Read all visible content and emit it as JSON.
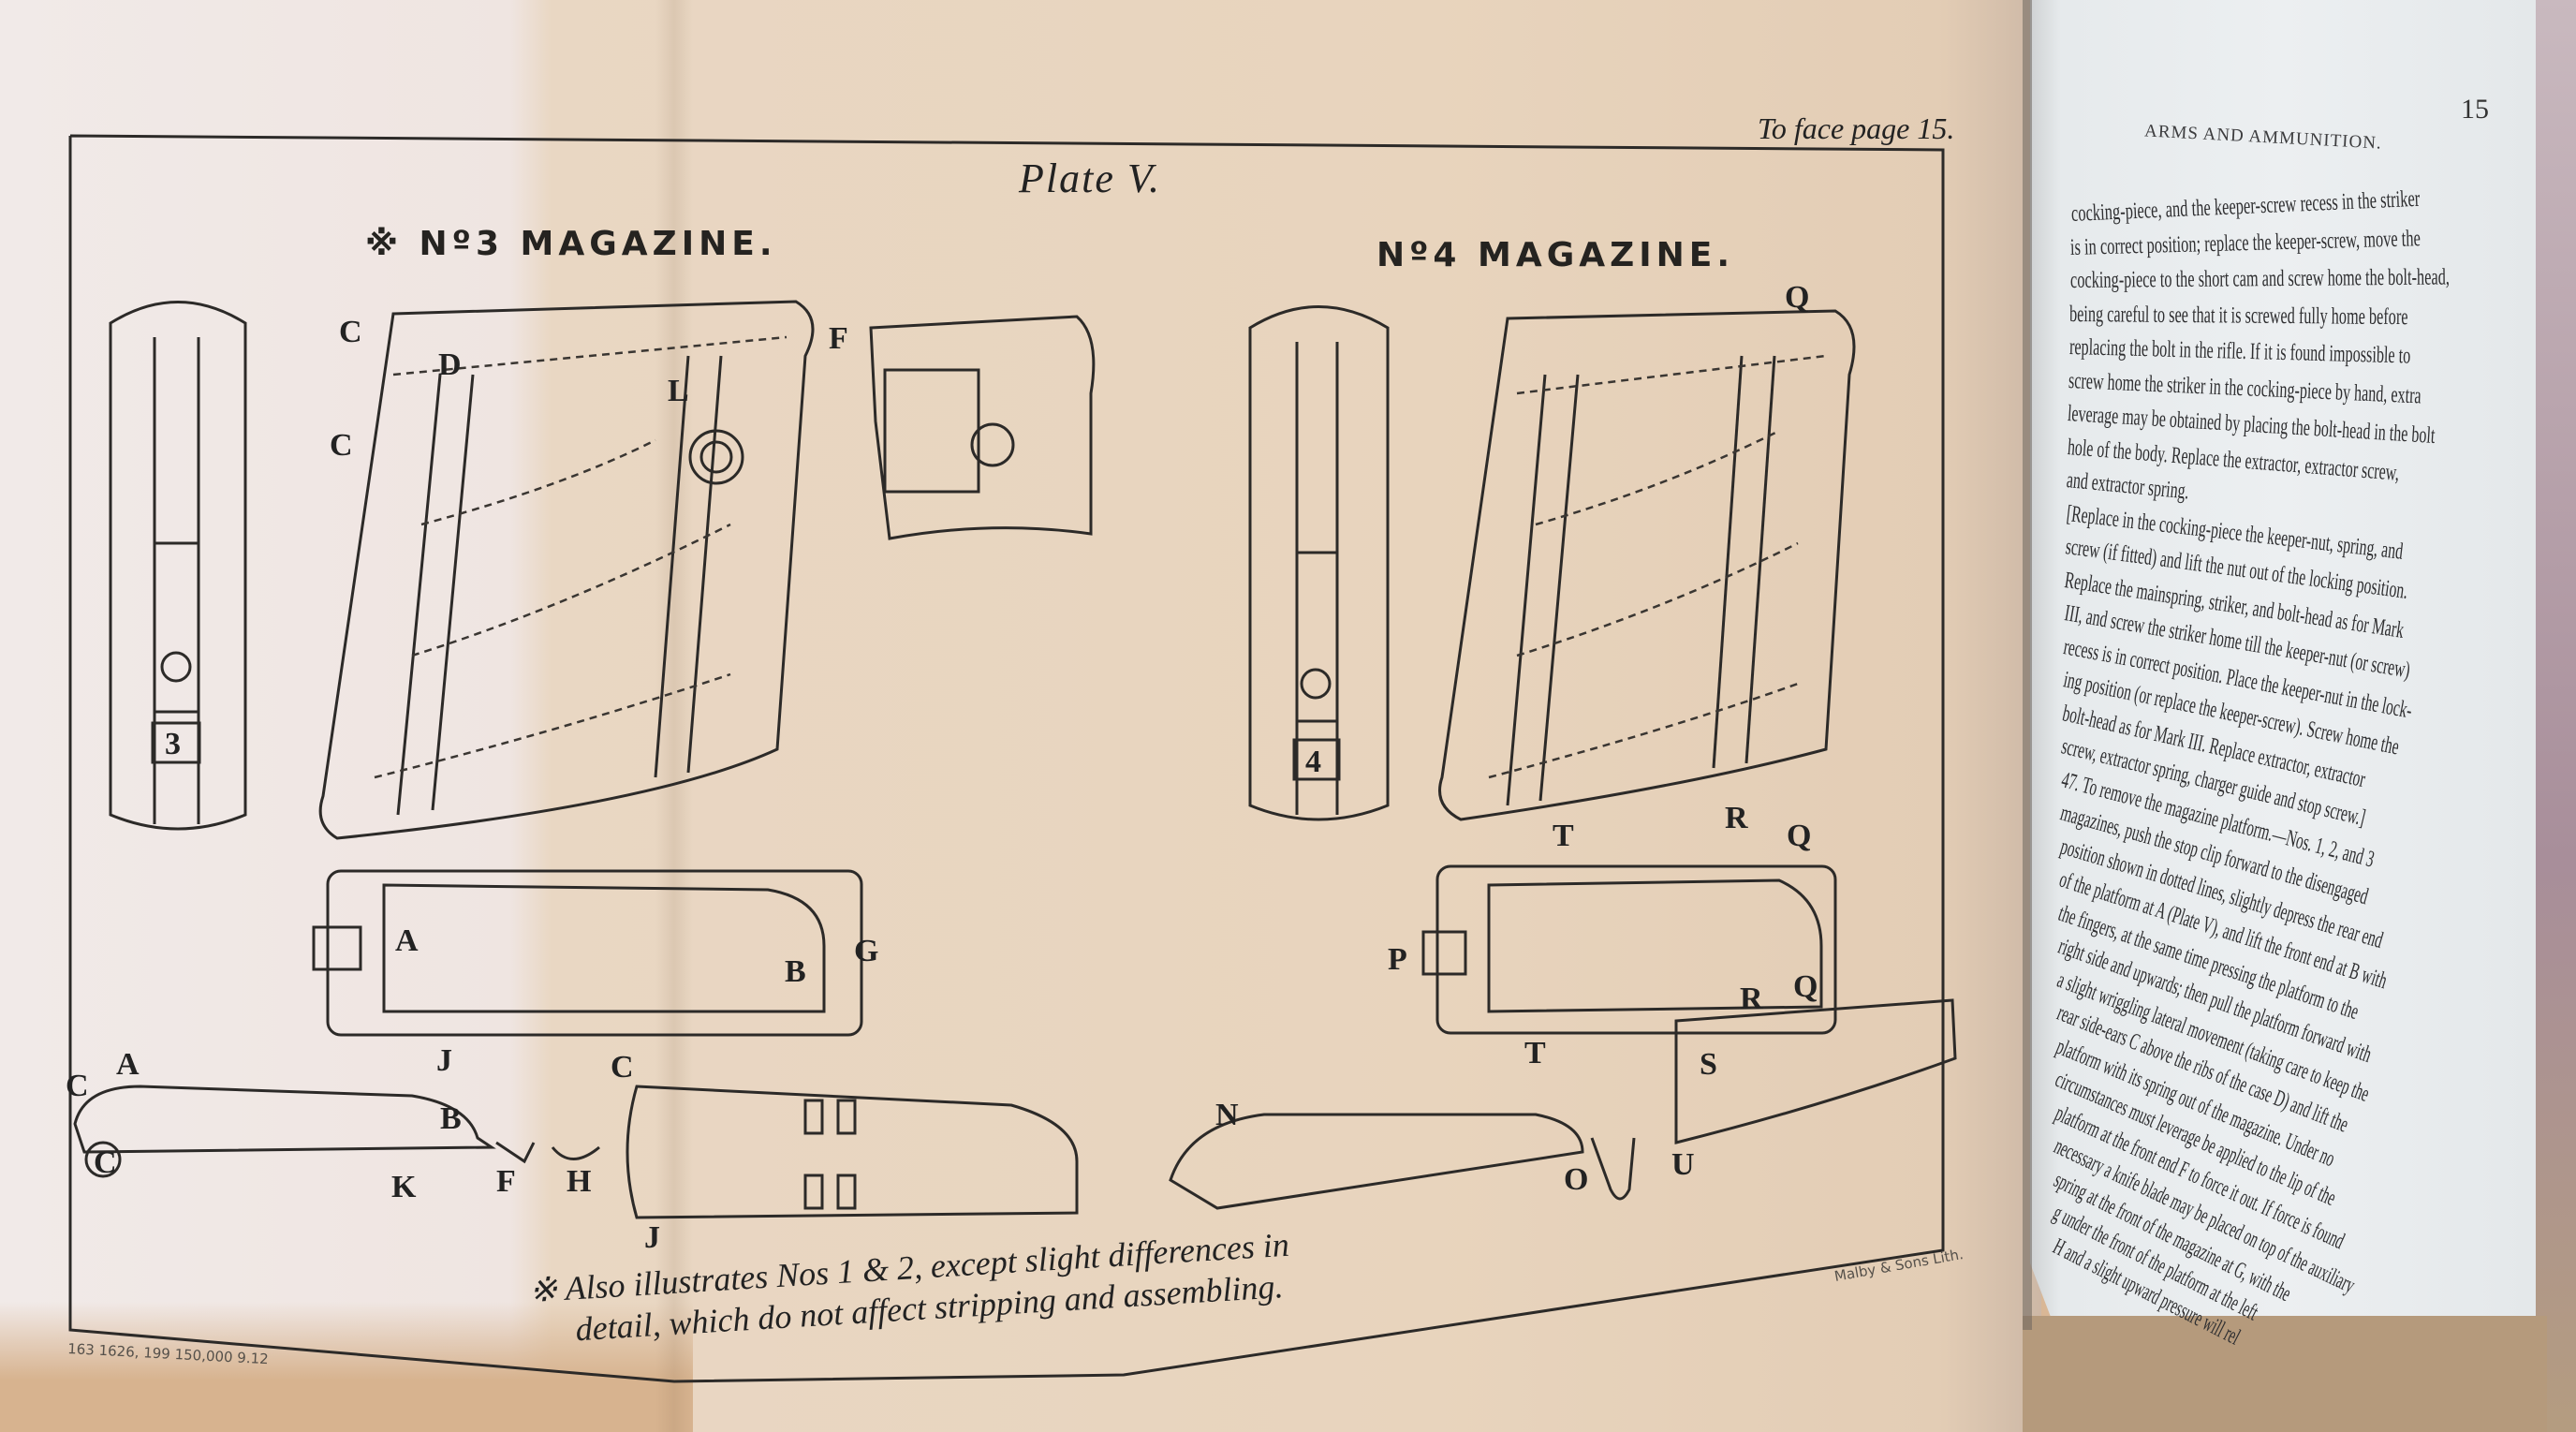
{
  "plate": {
    "face_note": "To face page 15.",
    "title": "Plate V.",
    "left_heading": "※ Nº3 MAGAZINE.",
    "right_heading": "Nº4 MAGAZINE.",
    "labels": [
      "C",
      "D",
      "L",
      "F",
      "C",
      "3",
      "A",
      "B",
      "G",
      "J",
      "A",
      "C",
      "C",
      "B",
      "K",
      "F",
      "H",
      "C",
      "J",
      "Q",
      "4",
      "T",
      "R",
      "Q",
      "P",
      "R",
      "Q",
      "T",
      "S",
      "N",
      "O",
      "U"
    ],
    "footnote_line1": "※ Also illustrates Nos 1 & 2, except slight differences in",
    "footnote_line2": "detail, which do not affect stripping and assembling.",
    "print_code": "163 1626, 199 150,000 9.12",
    "lithographer": "Malby & Sons Lith."
  },
  "page": {
    "running_head": "ARMS AND AMMUNITION.",
    "page_number": "15",
    "lines": [
      "cocking-piece, and the keeper-screw recess in the striker",
      "is in correct position; replace the keeper-screw, move the",
      "cocking-piece to the short cam and screw home the bolt-head,",
      "being careful to see that it is screwed fully home before",
      "replacing the bolt in the rifle. If it is found impossible to",
      "screw home the striker in the cocking-piece by hand, extra",
      "leverage may be obtained by placing the bolt-head in the bolt",
      "hole of the body. Replace the extractor, extractor screw,",
      "and extractor spring.",
      "[Replace in the cocking-piece the keeper-nut, spring, and",
      "screw (if fitted) and lift the nut out of the locking position.",
      "Replace the mainspring, striker, and bolt-head as for Mark",
      "III, and screw the striker home till the keeper-nut (or screw)",
      "recess is in correct position. Place the keeper-nut in the lock-",
      "ing position (or replace the keeper-screw). Screw home the",
      "bolt-head as for Mark III. Replace extractor, extractor",
      "screw, extractor spring, charger guide and stop screw.]",
      "47. To remove the magazine platform.—Nos. 1, 2, and 3",
      "magazines, push the stop clip forward to the disengaged",
      "position shown in dotted lines, slightly depress the rear end",
      "of the platform at A (Plate V), and lift the front end at B with",
      "the fingers, at the same time pressing the platform to the",
      "right side and upwards; then pull the platform forward with",
      "a slight wriggling lateral movement (taking care to keep the",
      "rear side-ears C above the ribs of the case D) and lift the",
      "platform with its spring out of the magazine. Under no",
      "circumstances must leverage be applied to the lip of the",
      "platform at the front end F to force it out. If force is found",
      "necessary a knife blade may be placed on top of the auxiliary",
      "spring at the front of the magazine at G, with the",
      "g under the front of the platform at the left",
      "H and a slight upward pressure will rel"
    ]
  }
}
